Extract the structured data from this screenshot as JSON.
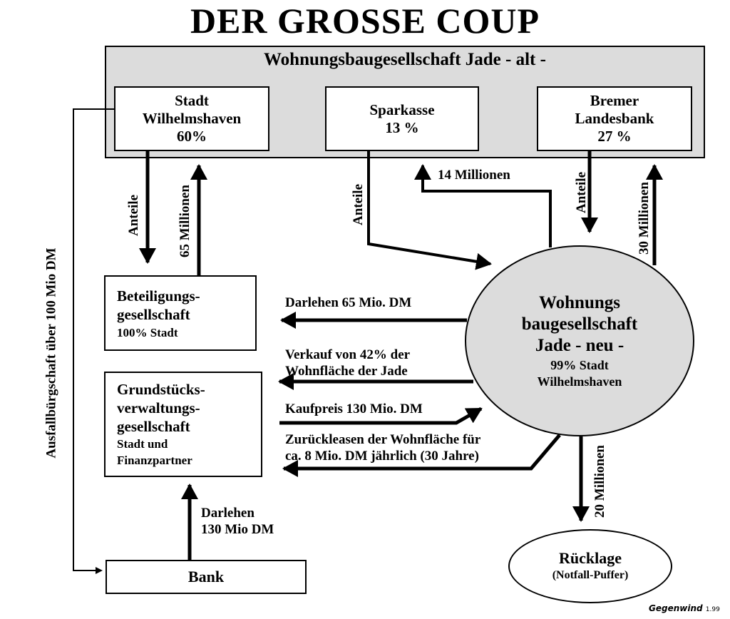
{
  "title": "DER GROSSE COUP",
  "old_company": {
    "name": "Wohnungsbaugesellschaft Jade - alt -",
    "shareholders": [
      {
        "line1": "Stadt",
        "line2": "Wilhelmshaven",
        "share": "60%"
      },
      {
        "line1": "Sparkasse",
        "line2": "",
        "share": "13 %"
      },
      {
        "line1": "Bremer",
        "line2": "Landesbank",
        "share": "27 %"
      }
    ]
  },
  "beteiligung": {
    "line1": "Beteiligungs-",
    "line2": "gesellschaft",
    "line3": "100% Stadt"
  },
  "grundstueck": {
    "line1": "Grundstücks-",
    "line2": "verwaltungs-",
    "line3": "gesellschaft",
    "line4": "Stadt und",
    "line5": "Finanzpartner"
  },
  "bank": "Bank",
  "new_company": {
    "line1": "Wohnungs",
    "line2": "baugesellschaft",
    "line3": "Jade - neu -",
    "line4": "99% Stadt",
    "line5": "Wilhelmshaven"
  },
  "reserve": {
    "line1": "Rücklage",
    "line2": "(Notfall-Puffer)"
  },
  "flows": {
    "anteile_stadt": "Anteile",
    "millionen_65": "65 Millionen",
    "anteile_sparkasse": "Anteile",
    "millionen_14": "14 Millionen",
    "anteile_bremer": "Anteile",
    "millionen_30": "30 Millionen",
    "darlehen_65": "Darlehen 65 Mio. DM",
    "verkauf_1": "Verkauf von 42% der",
    "verkauf_2": "Wohnfläche der Jade",
    "kaufpreis": "Kaufpreis 130 Mio. DM",
    "leasen_1": "Zurückleasen der Wohnfläche für",
    "leasen_2": "ca. 8 Mio. DM jährlich (30 Jahre)",
    "darlehen_bank_1": "Darlehen",
    "darlehen_bank_2": "130 Mio DM",
    "millionen_20": "20 Millionen",
    "ausfall": "Ausfallbürgschaft über 100 Mio DM"
  },
  "signature": {
    "name": "Gegenwind",
    "issue": "1.99"
  }
}
